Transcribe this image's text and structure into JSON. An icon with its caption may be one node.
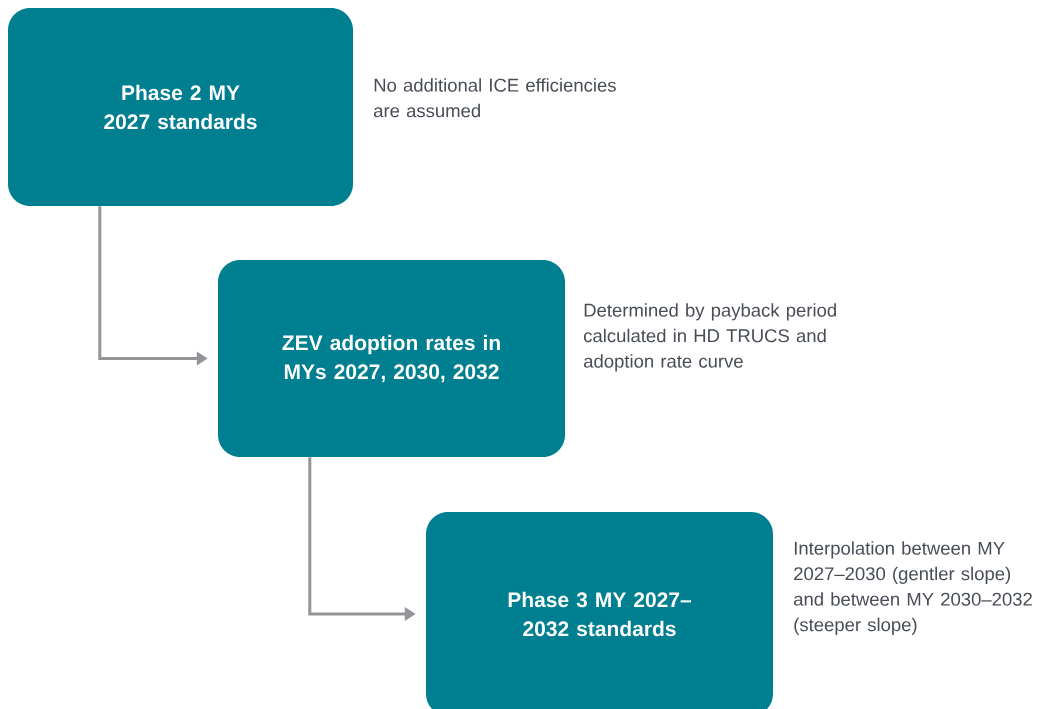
{
  "diagram": {
    "nodes": [
      {
        "text": [
          "Phase 2 MY 2027 standards"
        ],
        "beside": [
          "No additional ICE efficiencies are assumed"
        ]
      },
      {
        "text": [
          "ZEV adoption rates in MYs 2027, 2030, 2032"
        ],
        "beside": [
          "Determined by payback period calculated in HD TRUCS and adoption rate curve"
        ]
      },
      {
        "text": [
          "Phase 3 MY 2027–2032 standards"
        ],
        "beside": [
          "Interpolation between MY 2027–2030 (gentler slope) and between MY 2030–2032 (steeper slope)"
        ]
      }
    ],
    "edges": [
      {
        "from": 0,
        "to": 1,
        "arrow": "to"
      },
      {
        "from": 1,
        "to": 2,
        "arrow": "to"
      }
    ]
  }
}
